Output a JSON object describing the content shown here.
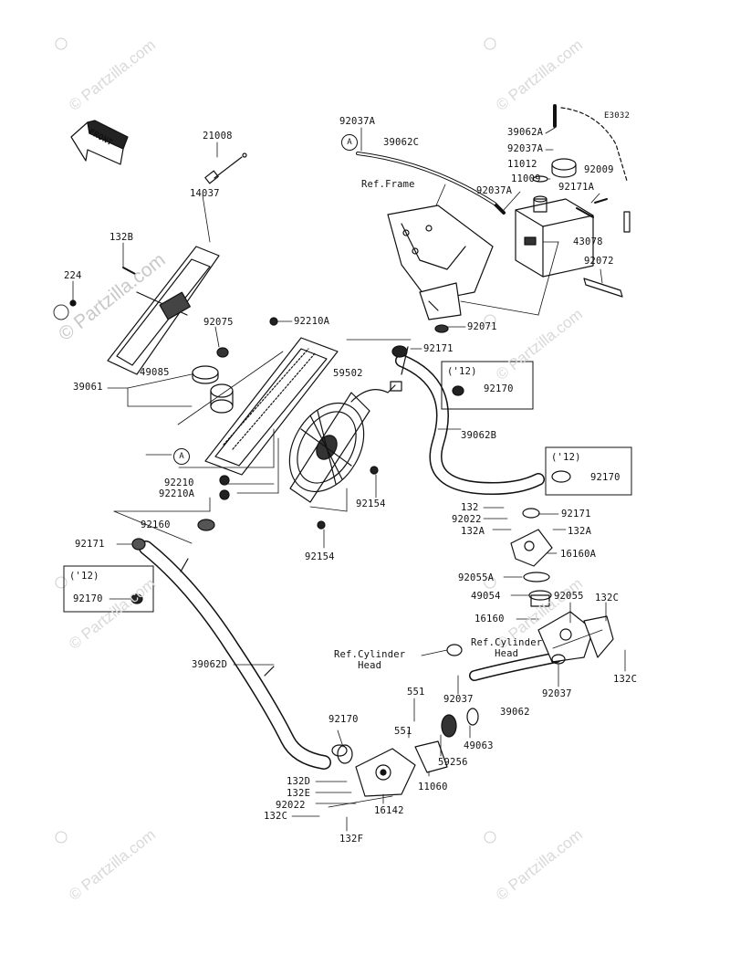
{
  "diagram": {
    "code": "E3032",
    "front_label": "FRONT",
    "watermark": "© Partzilla.com",
    "parts": [
      "92037A",
      "39062C",
      "39062A",
      "92037A",
      "11012",
      "11009",
      "92037A",
      "92009",
      "92171A",
      "Ref.Frame",
      "43078",
      "92072",
      "92071",
      "21008",
      "14037",
      "132B",
      "224",
      "92075",
      "92210A",
      "49085",
      "39061",
      "92171",
      "59502",
      "92170",
      "39062B",
      "92170",
      "92210",
      "92210A",
      "92154",
      "92154",
      "92160",
      "92171",
      "132",
      "92022",
      "132A",
      "132A",
      "92171",
      "16160A",
      "92055A",
      "49054",
      "92055",
      "132C",
      "16160",
      "Ref.Cylinder Head",
      "Ref.Cylinder Head",
      "132C",
      "92170",
      "39062D",
      "92037",
      "39062",
      "92037",
      "551",
      "551",
      "49063",
      "59256",
      "92170",
      "11060",
      "132D",
      "132E",
      "92022",
      "132C",
      "132F",
      "16142"
    ],
    "year_notes": [
      "('12)",
      "('12)",
      "('12)"
    ],
    "ref_markers": [
      "A",
      "A"
    ]
  }
}
